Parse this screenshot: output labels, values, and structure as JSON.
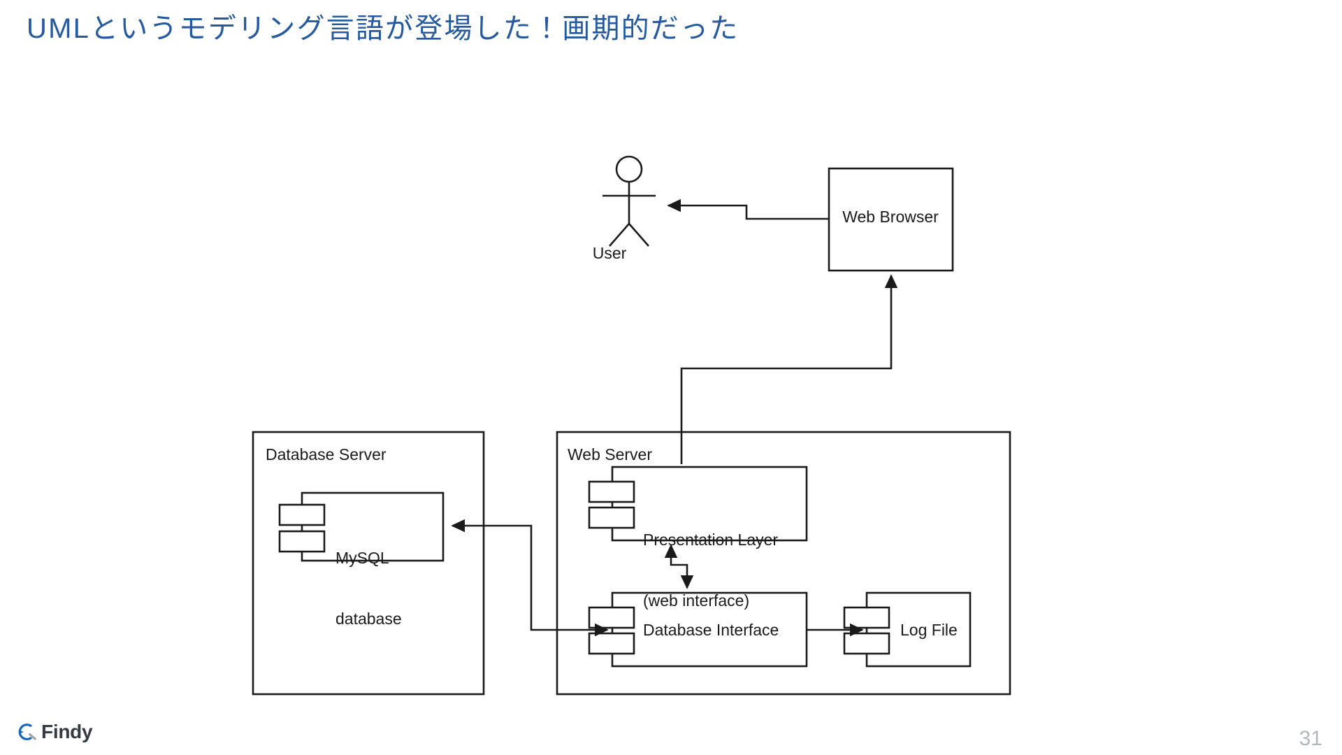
{
  "slide": {
    "title": "UMLというモデリング言語が登場した！画期的だった",
    "title_color": "#255aa0",
    "page_number": "31",
    "background": "#ffffff"
  },
  "brand": {
    "name": "Findy",
    "mark_icon": "findy-circle-icon",
    "mark_color": "#1565c0",
    "text_color": "#333a40"
  },
  "diagram": {
    "type": "uml-deployment-diagram",
    "line_color": "#1a1a1a",
    "actors": [
      {
        "id": "user",
        "label": "User",
        "shape": "stick-figure"
      }
    ],
    "nodes": [
      {
        "id": "web-browser",
        "label": "Web Browser",
        "shape": "box"
      },
      {
        "id": "database-server",
        "label": "Database Server",
        "shape": "container"
      },
      {
        "id": "web-server",
        "label": "Web Server",
        "shape": "container"
      }
    ],
    "components": [
      {
        "id": "mysql-database",
        "label": "MySQL\ndatabase",
        "line1": "MySQL",
        "line2": "database",
        "parent": "database-server",
        "shape": "uml-component"
      },
      {
        "id": "presentation-layer",
        "label": "Presentation Layer\n(web interface)",
        "line1": "Presentation Layer",
        "line2": "(web interface)",
        "parent": "web-server",
        "shape": "uml-component"
      },
      {
        "id": "database-interface",
        "label": "Database Interface",
        "line1": "Database Interface",
        "parent": "web-server",
        "shape": "uml-component"
      },
      {
        "id": "log-file",
        "label": "Log File",
        "line1": "Log File",
        "parent": "web-server",
        "shape": "uml-component"
      }
    ],
    "connections": [
      {
        "from": "web-browser",
        "to": "user",
        "style": "stepped",
        "arrow": "target"
      },
      {
        "from": "web-server",
        "to": "web-browser",
        "style": "stepped",
        "arrow": "target"
      },
      {
        "from": "presentation-layer",
        "to": "database-interface",
        "style": "z-shaped",
        "arrow": "both"
      },
      {
        "from": "database-interface",
        "to": "mysql-database",
        "style": "z-shaped",
        "arrow": "both"
      },
      {
        "from": "database-interface",
        "to": "log-file",
        "style": "straight",
        "arrow": "target"
      }
    ]
  }
}
